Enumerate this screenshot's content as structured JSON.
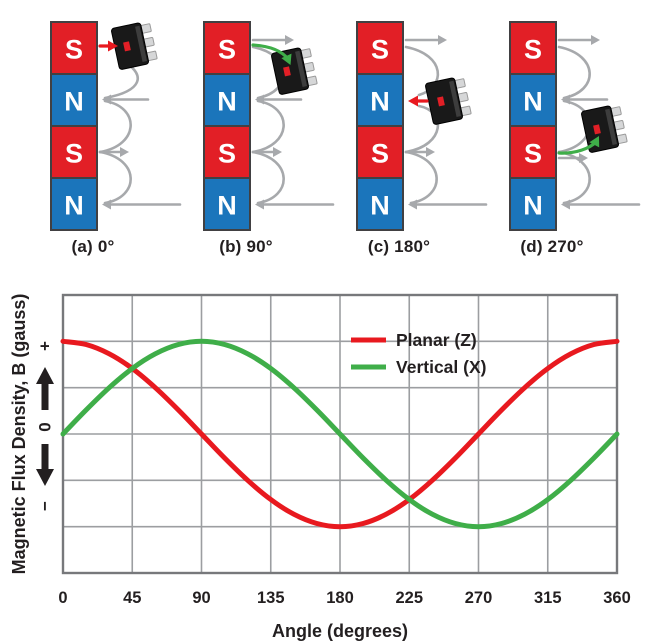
{
  "figure": {
    "panels": [
      {
        "caption": "(a) 0°",
        "poles": [
          "S",
          "N",
          "S",
          "N"
        ],
        "sensed_component": "planar",
        "arrow_color": "#e8191f"
      },
      {
        "caption": "(b) 90°",
        "poles": [
          "S",
          "N",
          "S",
          "N"
        ],
        "sensed_component": "vertical",
        "arrow_color": "#3fae49"
      },
      {
        "caption": "(c) 180°",
        "poles": [
          "S",
          "N",
          "S",
          "N"
        ],
        "sensed_component": "planar",
        "arrow_color": "#e8191f"
      },
      {
        "caption": "(d) 270°",
        "poles": [
          "S",
          "N",
          "S",
          "N"
        ],
        "sensed_component": "vertical",
        "arrow_color": "#3fae49"
      }
    ],
    "colors": {
      "south_pole_red": "#e21f26",
      "north_pole_blue": "#1b75bb",
      "pole_border": "#414042",
      "pole_letter": "#ffffff",
      "field_gray": "#a7a9ac",
      "text_dark": "#231f20",
      "chip_body": "#191919",
      "chip_pin": "#d6d7d8"
    }
  },
  "chart_data": {
    "type": "line",
    "title": "",
    "xlabel": "Angle (degrees)",
    "ylabel": "Magnetic Flux Density, B (gauss)",
    "x_ticks": [
      0,
      45,
      90,
      135,
      180,
      225,
      270,
      315,
      360
    ],
    "y_axis_marks": [
      {
        "label": "+",
        "value": 1
      },
      {
        "label": "0",
        "value": 0
      },
      {
        "label": "−",
        "value": -1
      }
    ],
    "xlim": [
      0,
      360
    ],
    "ylim": [
      -1.5,
      1.5
    ],
    "grid": true,
    "x_grid_step_deg": 45,
    "y_grid_step": 0.5,
    "grid_color": "#9c9ea1",
    "border_color": "#77787b",
    "legend_position": "inside-top-center-right",
    "series": [
      {
        "name": "Planar (Z)",
        "color": "#e8191f",
        "x": [
          0,
          15,
          30,
          45,
          60,
          75,
          90,
          105,
          120,
          135,
          150,
          165,
          180,
          195,
          210,
          225,
          240,
          255,
          270,
          285,
          300,
          315,
          330,
          345,
          360
        ],
        "y": [
          1,
          0.966,
          0.866,
          0.707,
          0.5,
          0.259,
          0,
          -0.259,
          -0.5,
          -0.707,
          -0.866,
          -0.966,
          -1,
          -0.966,
          -0.866,
          -0.707,
          -0.5,
          -0.259,
          0,
          0.259,
          0.5,
          0.707,
          0.866,
          0.966,
          1
        ]
      },
      {
        "name": "Vertical (X)",
        "color": "#3fae49",
        "x": [
          0,
          15,
          30,
          45,
          60,
          75,
          90,
          105,
          120,
          135,
          150,
          165,
          180,
          195,
          210,
          225,
          240,
          255,
          270,
          285,
          300,
          315,
          330,
          345,
          360
        ],
        "y": [
          0,
          0.259,
          0.5,
          0.707,
          0.866,
          0.966,
          1,
          0.966,
          0.866,
          0.707,
          0.5,
          0.259,
          0,
          -0.259,
          -0.5,
          -0.707,
          -0.866,
          -0.966,
          -1,
          -0.966,
          -0.866,
          -0.707,
          -0.5,
          -0.259,
          0
        ]
      }
    ]
  }
}
